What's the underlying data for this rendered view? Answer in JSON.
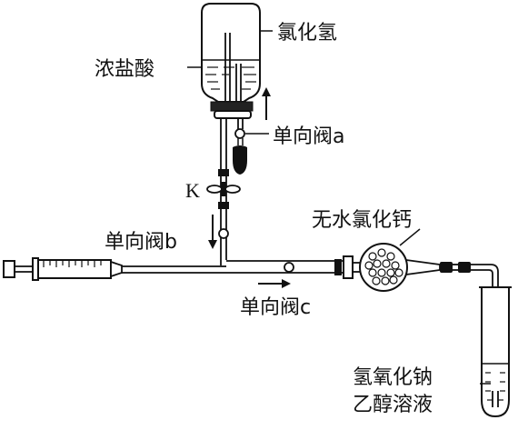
{
  "labels": {
    "hcl_gas": "氯化氢",
    "conc_hcl": "浓盐酸",
    "valve_a": "单向阀a",
    "clamp_k": "K",
    "valve_b": "单向阀b",
    "valve_c": "单向阀c",
    "drying_agent": "无水氯化钙",
    "solution_line1": "氢氧化钠",
    "solution_line2": "乙醇溶液"
  }
}
